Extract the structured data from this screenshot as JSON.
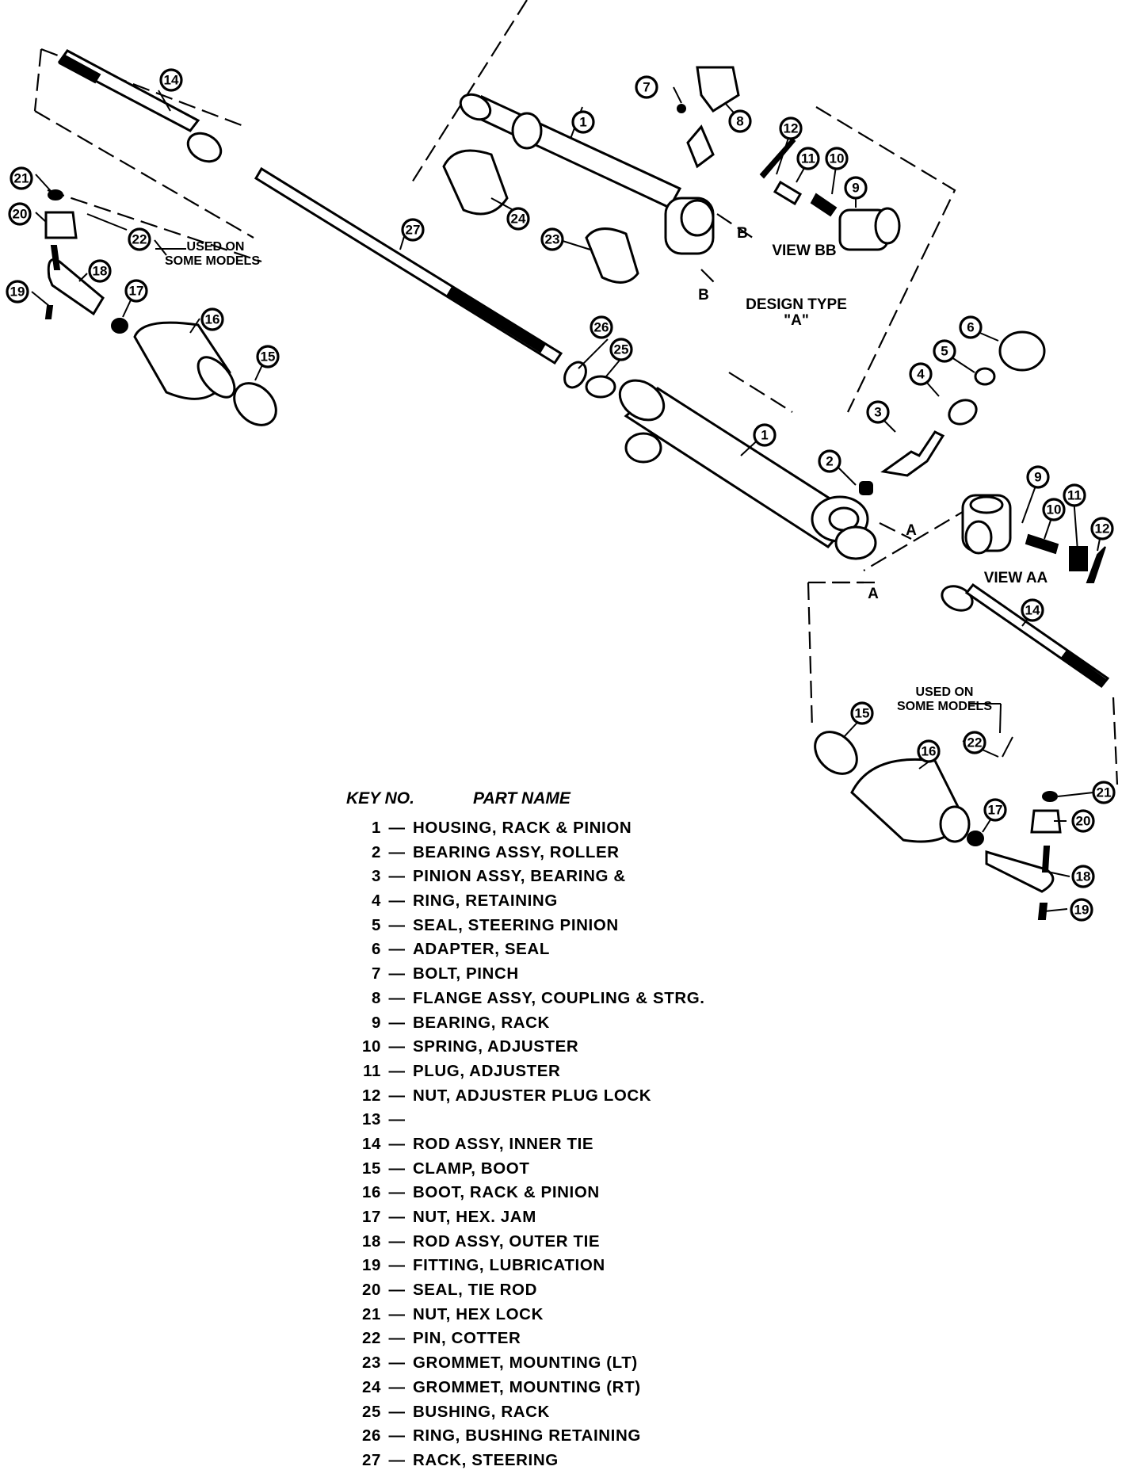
{
  "callouts": {
    "c1a": "1",
    "c1b": "1",
    "c2": "2",
    "c3": "3",
    "c4": "4",
    "c5": "5",
    "c6": "6",
    "c7": "7",
    "c8": "8",
    "c9a": "9",
    "c9b": "9",
    "c10a": "10",
    "c10b": "10",
    "c11a": "11",
    "c11b": "11",
    "c12a": "12",
    "c12b": "12",
    "c14a": "14",
    "c14b": "14",
    "c15a": "15",
    "c15b": "15",
    "c16a": "16",
    "c16b": "16",
    "c17a": "17",
    "c17b": "17",
    "c18a": "18",
    "c18b": "18",
    "c19a": "19",
    "c19b": "19",
    "c20a": "20",
    "c20b": "20",
    "c21a": "21",
    "c21b": "21",
    "c22a": "22",
    "c22b": "22",
    "c23": "23",
    "c24": "24",
    "c25": "25",
    "c26": "26",
    "c27": "27"
  },
  "annotations": {
    "used_on_line1_left": "USED ON",
    "used_on_line2_left": "SOME MODELS",
    "used_on_line1_right": "USED ON",
    "used_on_line2_right": "SOME MODELS",
    "view_bb": "VIEW BB",
    "view_aa": "VIEW AA",
    "design_type_line1": "DESIGN TYPE",
    "design_type_line2": "\"A\"",
    "section_b_top": "B",
    "section_b_bottom": "B",
    "section_a_top": "A",
    "section_a_bottom": "A"
  },
  "legend": {
    "header_key": "KEY NO.",
    "header_part": "PART NAME",
    "rows": [
      {
        "num": "1",
        "name": "HOUSING, RACK & PINION"
      },
      {
        "num": "2",
        "name": "BEARING ASSY, ROLLER"
      },
      {
        "num": "3",
        "name": "PINION ASSY, BEARING &"
      },
      {
        "num": "4",
        "name": "RING, RETAINING"
      },
      {
        "num": "5",
        "name": "SEAL, STEERING PINION"
      },
      {
        "num": "6",
        "name": "ADAPTER, SEAL"
      },
      {
        "num": "7",
        "name": "BOLT, PINCH"
      },
      {
        "num": "8",
        "name": "FLANGE ASSY, COUPLING & STRG."
      },
      {
        "num": "9",
        "name": "BEARING, RACK"
      },
      {
        "num": "10",
        "name": "SPRING, ADJUSTER"
      },
      {
        "num": "11",
        "name": "PLUG, ADJUSTER"
      },
      {
        "num": "12",
        "name": "NUT, ADJUSTER PLUG LOCK"
      },
      {
        "num": "13",
        "name": ""
      },
      {
        "num": "14",
        "name": "ROD ASSY, INNER TIE"
      },
      {
        "num": "15",
        "name": "CLAMP, BOOT"
      },
      {
        "num": "16",
        "name": "BOOT, RACK & PINION"
      },
      {
        "num": "17",
        "name": "NUT, HEX. JAM"
      },
      {
        "num": "18",
        "name": "ROD ASSY, OUTER TIE"
      },
      {
        "num": "19",
        "name": "FITTING, LUBRICATION"
      },
      {
        "num": "20",
        "name": "SEAL, TIE ROD"
      },
      {
        "num": "21",
        "name": "NUT, HEX LOCK"
      },
      {
        "num": "22",
        "name": "PIN, COTTER"
      },
      {
        "num": "23",
        "name": "GROMMET, MOUNTING (LT)"
      },
      {
        "num": "24",
        "name": "GROMMET, MOUNTING (RT)"
      },
      {
        "num": "25",
        "name": "BUSHING, RACK"
      },
      {
        "num": "26",
        "name": "RING, BUSHING RETAINING"
      },
      {
        "num": "27",
        "name": "RACK, STEERING"
      }
    ]
  }
}
